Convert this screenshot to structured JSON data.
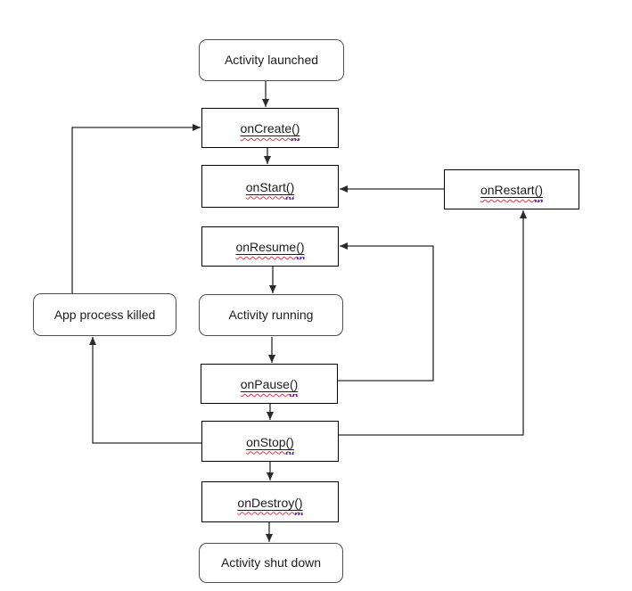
{
  "diagram": {
    "description": "Activity lifecycle flowchart",
    "nodes": {
      "activity_launched": {
        "label": "Activity launched",
        "shape": "rounded",
        "spellcheck": false
      },
      "on_create": {
        "label": "onCreate()",
        "shape": "rect",
        "spellcheck": true
      },
      "on_start": {
        "label": "onStart()",
        "shape": "rect",
        "spellcheck": true
      },
      "on_restart": {
        "label": "onRestart()",
        "shape": "rect",
        "spellcheck": true
      },
      "on_resume": {
        "label": "onResume()",
        "shape": "rect",
        "spellcheck": true
      },
      "app_process_killed": {
        "label": "App process killed",
        "shape": "rounded",
        "spellcheck": false
      },
      "activity_running": {
        "label": "Activity running",
        "shape": "rounded",
        "spellcheck": false
      },
      "on_pause": {
        "label": "onPause()",
        "shape": "rect",
        "spellcheck": true
      },
      "on_stop": {
        "label": "onStop()",
        "shape": "rect",
        "spellcheck": true
      },
      "on_destroy": {
        "label": "onDestroy()",
        "shape": "rect",
        "spellcheck": true
      },
      "activity_shut_down": {
        "label": "Activity shut down",
        "shape": "rounded",
        "spellcheck": false
      }
    },
    "edges": [
      {
        "from": "activity_launched",
        "to": "on_create"
      },
      {
        "from": "on_create",
        "to": "on_start"
      },
      {
        "from": "on_resume",
        "to": "activity_running"
      },
      {
        "from": "activity_running",
        "to": "on_pause"
      },
      {
        "from": "on_pause",
        "to": "on_stop"
      },
      {
        "from": "on_stop",
        "to": "on_destroy"
      },
      {
        "from": "on_destroy",
        "to": "activity_shut_down"
      },
      {
        "from": "app_process_killed",
        "to": "on_create"
      },
      {
        "from": "on_stop",
        "to": "app_process_killed"
      },
      {
        "from": "on_pause",
        "to": "on_resume"
      },
      {
        "from": "on_stop",
        "to": "on_restart"
      },
      {
        "from": "on_restart",
        "to": "on_start"
      }
    ],
    "colors": {
      "canvas_bg": "#ffffff",
      "box_border": "#000000",
      "rounded_border": "#4f4f4f",
      "arrow": "#2b2b2b",
      "text": "#1c1c1c",
      "spellcheck_underline": "#e0394a",
      "grammar_underline": "#3038c8"
    }
  }
}
